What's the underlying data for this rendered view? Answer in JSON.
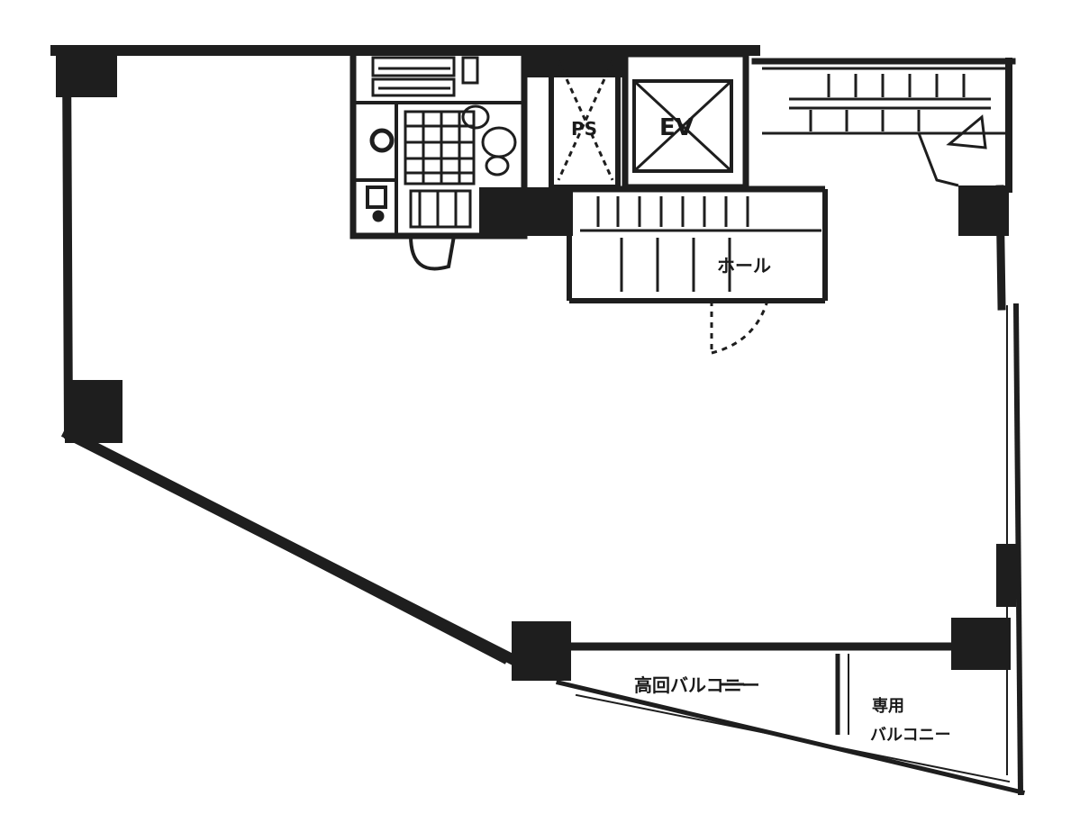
{
  "labels": {
    "ps": "PS",
    "ev": "EV",
    "hall": "ホール",
    "balcony_main": "高回バルコニー",
    "balcony_small_top": "専用",
    "balcony_small_bottom": "バルコニー"
  },
  "colors": {
    "wall": "#1e1e1e",
    "line": "#1e1e1e",
    "background": "#ffffff"
  }
}
